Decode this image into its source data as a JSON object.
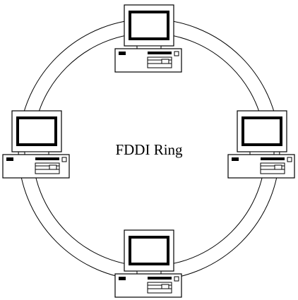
{
  "diagram": {
    "label": "FDDI Ring",
    "colors": {
      "line": "#000000",
      "background": "#ffffff"
    },
    "nodes": [
      {
        "name": "computer-top"
      },
      {
        "name": "computer-left"
      },
      {
        "name": "computer-right"
      },
      {
        "name": "computer-bottom"
      }
    ]
  }
}
